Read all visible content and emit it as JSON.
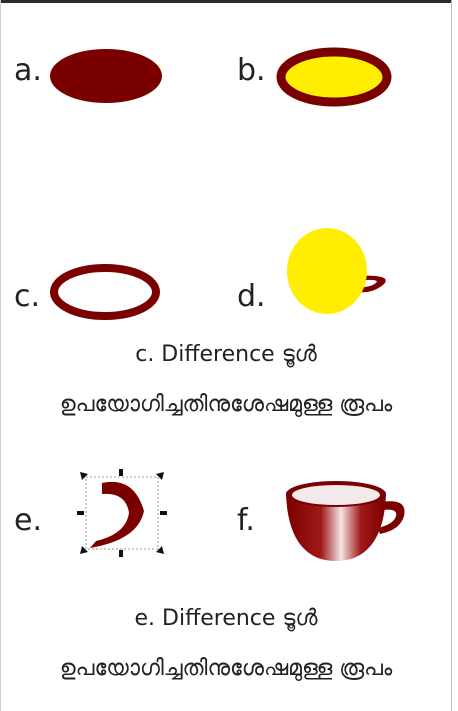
{
  "panels": [
    {
      "label": "a."
    },
    {
      "label": "b."
    },
    {
      "label": "c."
    },
    {
      "label": "d."
    },
    {
      "label": "e."
    },
    {
      "label": "f."
    }
  ],
  "captions": [
    {
      "line1": "c. Difference ടൂൾ",
      "line2": "ഉപയോഗിച്ചതിനുശേഷമുള്ള രൂപം"
    },
    {
      "line1": "e. Difference ടൂൾ",
      "line2": "ഉപയോഗിച്ചതിനുശേഷമുള്ള രൂപം"
    }
  ],
  "colors": {
    "dark_red": "#7a0000",
    "yellow": "#ffee00",
    "rule": "#2a2a2a"
  }
}
